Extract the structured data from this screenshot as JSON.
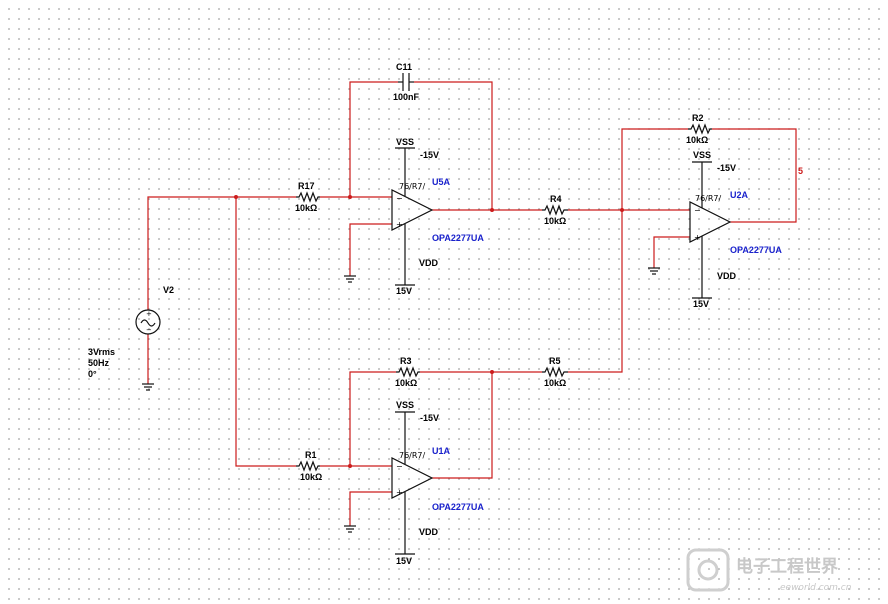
{
  "components": {
    "v2": {
      "name": "V2",
      "amplitude": "3Vrms",
      "frequency": "50Hz",
      "phase": "0°"
    },
    "c11": {
      "name": "C11",
      "value": "100nF"
    },
    "r17": {
      "name": "R17",
      "value": "10kΩ"
    },
    "r4": {
      "name": "R4",
      "value": "10kΩ"
    },
    "r2": {
      "name": "R2",
      "value": "10kΩ"
    },
    "r3": {
      "name": "R3",
      "value": "10kΩ"
    },
    "r5": {
      "name": "R5",
      "value": "10kΩ"
    },
    "r1": {
      "name": "R1",
      "value": "10kΩ"
    },
    "u5a": {
      "name": "U5A",
      "part": "OPA2277UA",
      "vss": "VSS",
      "vss_v": "-15V",
      "vdd": "VDD",
      "vdd_v": "15V",
      "pins": "76/R7/"
    },
    "u2a": {
      "name": "U2A",
      "part": "OPA2277UA",
      "vss": "VSS",
      "vss_v": "-15V",
      "vdd": "VDD",
      "vdd_v": "15V",
      "pins": "76/R7/"
    },
    "u1a": {
      "name": "U1A",
      "part": "OPA2277UA",
      "vss": "VSS",
      "vss_v": "-15V",
      "vdd": "VDD",
      "vdd_v": "15V",
      "pins": "76/R7/"
    }
  },
  "nets": {
    "output_node": "5"
  },
  "watermark": {
    "text": "电子工程世界",
    "url": "eeworld.com.cn"
  }
}
